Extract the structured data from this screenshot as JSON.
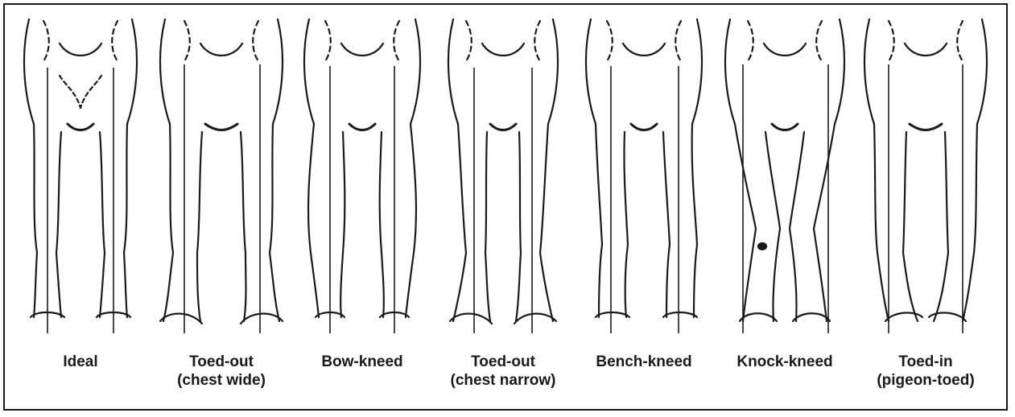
{
  "panels": [
    {
      "id": "ideal",
      "line1": "Ideal",
      "line2": ""
    },
    {
      "id": "toed-out-chest-wide",
      "line1": "Toed-out",
      "line2": "(chest wide)"
    },
    {
      "id": "bow-kneed",
      "line1": "Bow-kneed",
      "line2": ""
    },
    {
      "id": "toed-out-chest-narrow",
      "line1": "Toed-out",
      "line2": "(chest narrow)"
    },
    {
      "id": "bench-kneed",
      "line1": "Bench-kneed",
      "line2": ""
    },
    {
      "id": "knock-kneed",
      "line1": "Knock-kneed",
      "line2": ""
    },
    {
      "id": "toed-in-pigeon-toed",
      "line1": "Toed-in",
      "line2": "(pigeon-toed)"
    }
  ]
}
